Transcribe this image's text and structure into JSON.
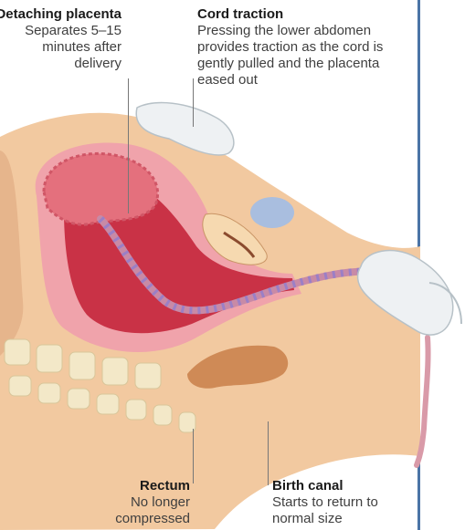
{
  "labels": {
    "detaching_placenta": {
      "title": "Detaching placenta",
      "description": "Separates 5–15 minutes after delivery"
    },
    "cord_traction": {
      "title": "Cord traction",
      "description": "Pressing the lower abdomen provides traction as the cord is gently pulled and the placenta eased out"
    },
    "rectum": {
      "title": "Rectum",
      "description": "No longer compressed"
    },
    "birth_canal": {
      "title": "Birth canal",
      "description": "Starts to return to normal size"
    }
  },
  "colors": {
    "skin": "#f2c9a0",
    "skin_shadow": "#dea57c",
    "uterus_outer": "#f0a3ab",
    "uterus_inner": "#c93246",
    "placenta": "#e4707d",
    "cord": "#c88aa6",
    "bladder": "#a9bedf",
    "rectum": "#cf8a56",
    "bone": "#f3e8c8",
    "glove": "#eef1f3",
    "divider": "#4b74a6"
  }
}
